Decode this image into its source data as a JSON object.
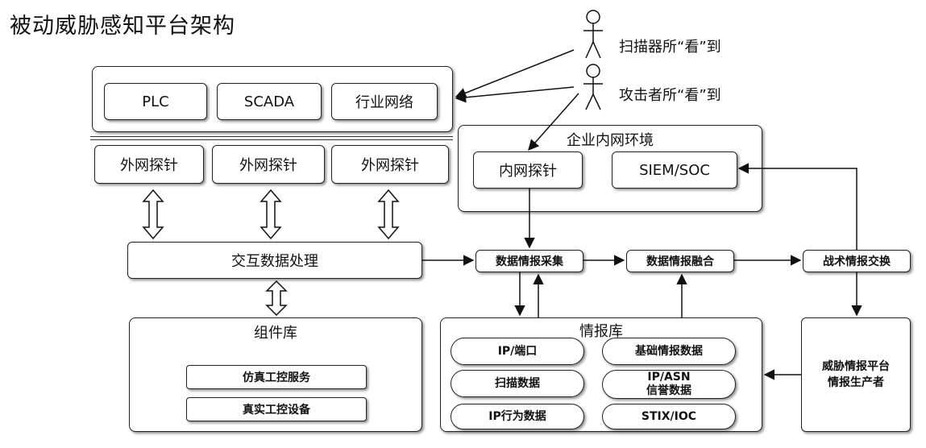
{
  "title": "被动威胁感知平台架构",
  "actors": {
    "scanner": "扫描器所“看”到",
    "attacker": "攻击者所“看”到"
  },
  "targets": {
    "plc": "PLC",
    "scada": "SCADA",
    "industry_network": "行业网络"
  },
  "external_probes": [
    "外网探针",
    "外网探针",
    "外网探针"
  ],
  "interaction": "交互数据处理",
  "enterprise": {
    "title": "企业内网环境",
    "internal_probe": "内网探针",
    "siem": "SIEM/SOC"
  },
  "pipeline": {
    "collect": "数据情报采集",
    "fusion": "数据情报融合",
    "exchange": "战术情报交换"
  },
  "component_lib": {
    "title": "组件库",
    "items": [
      "仿真工控服务",
      "真实工控设备"
    ]
  },
  "intel_lib": {
    "title": "情报库",
    "items": [
      "IP/端口",
      "基础情报数据",
      "扫描数据",
      "IP/ASN",
      "信誉数据",
      "IP行为数据",
      "STIX/IOC"
    ]
  },
  "producer": {
    "line1": "威胁情报平台",
    "line2": "情报生产者"
  }
}
